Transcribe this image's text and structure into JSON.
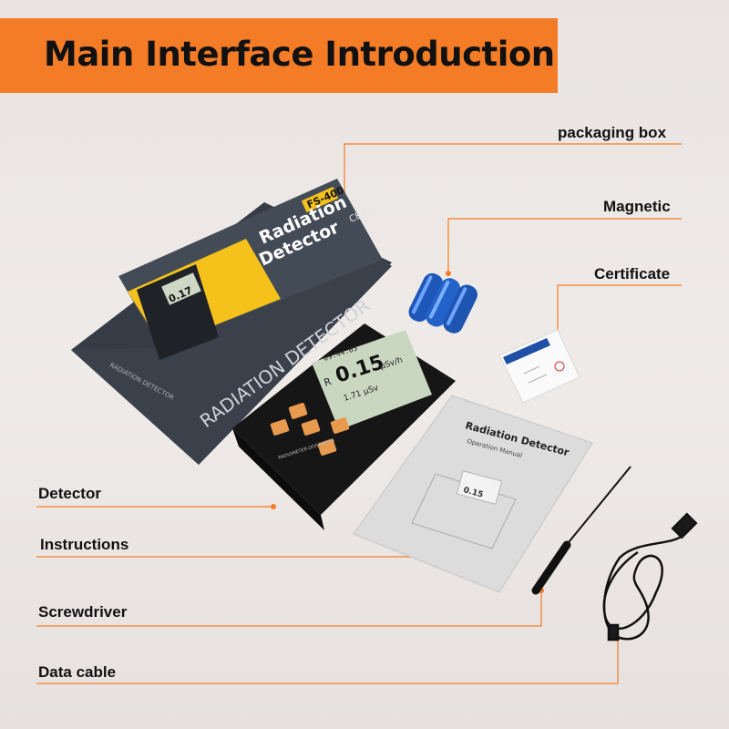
{
  "header": {
    "title": "Main Interface Introduction"
  },
  "callouts": {
    "packaging_box": "packaging box",
    "magnetic": "Magnetic",
    "certificate": "Certificate",
    "detector": "Detector",
    "instructions": "Instructions",
    "screwdriver": "Screwdriver",
    "data_cable": "Data cable"
  },
  "box": {
    "model": "FS-400",
    "marks": "CE FC",
    "title_line1": "Radiation",
    "title_line2": "Detector",
    "side_text": "RADIATION DETECTOR",
    "bottom_text": "RADIATION DETECTOR",
    "screen_value": "0.17"
  },
  "device": {
    "time": "09:44:03",
    "mode": "R",
    "reading": "0.15",
    "unit": "µSv/h",
    "cumulative": "1.71 µSv",
    "caption": "RADIOMETER-DOSIMETER"
  },
  "manual": {
    "title": "Radiation Detector",
    "subtitle": "Operation Manual",
    "screen_value": "0.15"
  },
  "colors": {
    "accent": "#f47c26",
    "box": "#3d4550",
    "yellow": "#f5c21b",
    "line": "#f47c26"
  }
}
